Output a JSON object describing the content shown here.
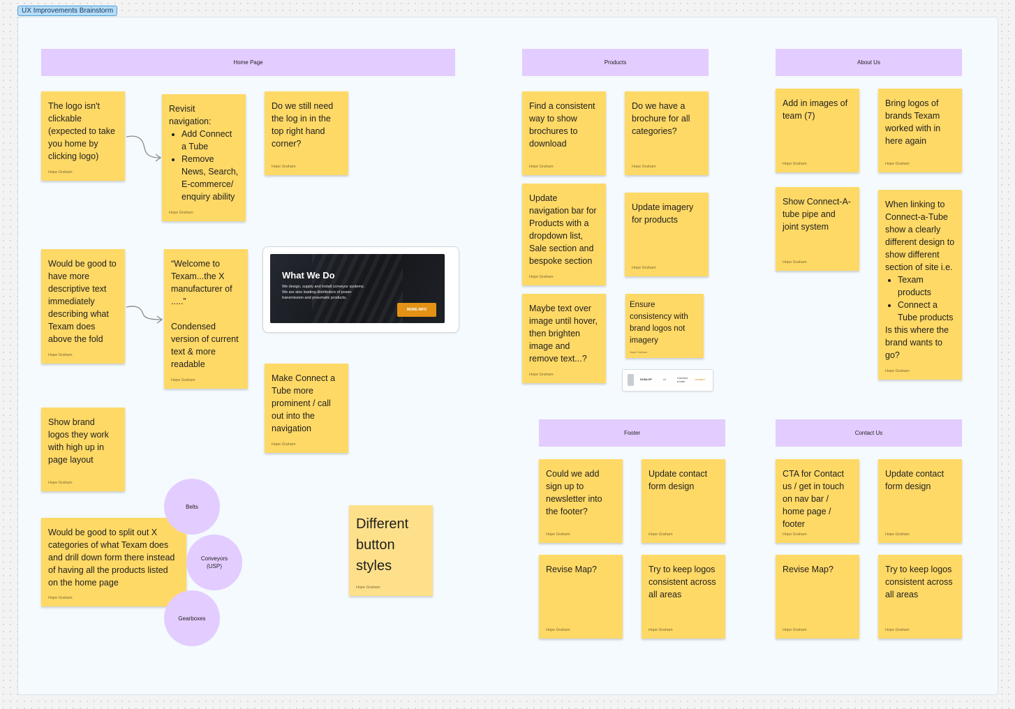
{
  "board": {
    "section_label": "UX Improvements Brainstorm"
  },
  "colors": {
    "sticky": "#ffd966",
    "header": "#e3ccff",
    "section_bg": "#f4fafd",
    "label_bg": "#b8dcf5"
  },
  "headers": {
    "home": "Home Page",
    "products": "Products",
    "about": "About Us",
    "footer": "Footer",
    "contact": "Contact Us"
  },
  "author": "Hope Graham",
  "author_tiny": "Hope Graham",
  "notes": {
    "logo": "The logo isn't clickable (expected to take you home by clicking logo)",
    "nav_title": "Revisit navigation:",
    "nav_items": [
      "Add Connect a Tube",
      "Remove News, Search, E-commerce/ enquiry ability"
    ],
    "login": "Do we still need the log in in the top right hand corner?",
    "descriptive": "Would be good to have more descriptive text immediately describing what Texam does above the fold",
    "welcome": "“Welcome to Texam...the X manufacturer of .....”",
    "condensed": "Condensed version of current text & more readable",
    "connect_tube": "Make Connect a Tube more prominent / call out into the navigation",
    "brand_logos": "Show brand logos they work with high up in page layout",
    "split": "Would be good to split out X categories of what Texam does and drill down form there instead of having all the products listed on the home page",
    "buttons": "Different button styles",
    "brochures": "Find a consistent way to show brochures to download",
    "brochure_all": "Do we have a brochure for all categories?",
    "nav_bar": "Update navigation bar for Products with a dropdown list, Sale section and bespoke section",
    "imagery": "Update imagery for products",
    "hover": "Maybe text over image until hover, then brighten image and remove text...?",
    "consistency": "Ensure consistency with brand logos not imagery",
    "team_images": "Add in images of team (7)",
    "brands_logos": "Bring logos of brands Texam worked with in here again",
    "pipe": "Show Connect-A-tube pipe and joint system",
    "linking_intro": "When linking to Connect-a-Tube show a clearly different design to show different section of site i.e.",
    "linking_items": [
      "Texam products",
      "Connect a Tube products"
    ],
    "linking_outro": "Is this where the brand wants to go?",
    "newsletter": "Could we add sign up to newsletter into the footer?",
    "footer_form": "Update contact form design",
    "footer_map": "Revise Map?",
    "footer_logos": "Try to keep logos consistent across all areas",
    "cta": "CTA for Contact us / get in touch on nav bar / home page / footer",
    "contact_form": "Update contact form design",
    "contact_map": "Revise Map?",
    "contact_logos": "Try to keep logos consistent across all areas"
  },
  "circles": {
    "belts": "Belts",
    "conveyors": "Conveyors (USP)",
    "gearboxes": "Gearboxes"
  },
  "banner": {
    "title": "What We Do",
    "desc": "We design, supply and install conveyor systems. We are also leading distributors of power transmission and pneumatic products.",
    "button": "MORE INFO"
  },
  "logo_strip": [
    "DUNLOP",
    "•••",
    "Connect a tube",
    "Lambert"
  ],
  "icons": [
    "arrow-icon"
  ]
}
